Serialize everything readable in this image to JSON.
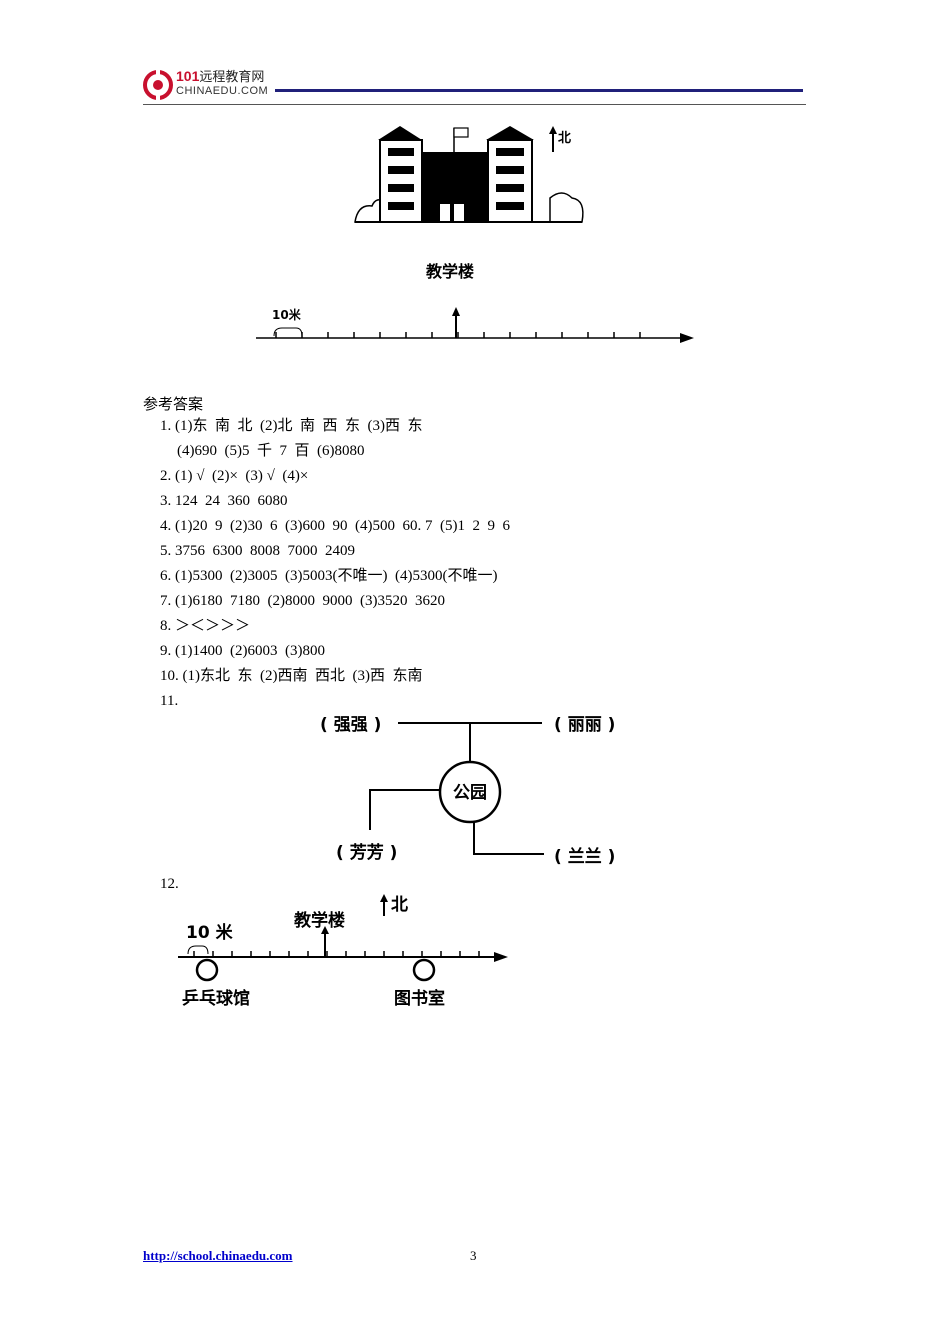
{
  "header": {
    "logo_cn_num": "101",
    "logo_cn_text": "远程教育网",
    "logo_en": "CHINAEDU.COM"
  },
  "figure1": {
    "north_label": "北",
    "caption": "教学楼",
    "scale_label": "10米"
  },
  "answers": {
    "title": "参考答案",
    "lines": [
      "1. (1)东  南  北  (2)北  南  西  东  (3)西  东",
      "(4)690  (5)5  千  7  百  (6)8080",
      "2. (1) √  (2)×  (3) √  (4)×",
      "3. 124  24  360  6080",
      "4. (1)20  9  (2)30  6  (3)600  90  (4)500  60. 7  (5)1  2  9  6",
      "5. 3756  6300  8008  7000  2409",
      "6. (1)5300  (2)3005  (3)5003(不唯一)  (4)5300(不唯一)",
      "7. (1)6180  7180  (2)8000  9000  (3)3520  3620",
      "8. ＞＜＞＞＞",
      "9. (1)1400  (2)6003  (3)800",
      "10. (1)东北  东  (2)西南  西北  (3)西  东南",
      "11."
    ],
    "q12_label": "12."
  },
  "figure11": {
    "top_left": "( 强强 )",
    "top_right": "( 丽丽 )",
    "center": "公园",
    "bottom_left": "( 芳芳 )",
    "bottom_right": "( 兰兰 )"
  },
  "figure12": {
    "scale_label": "10 米",
    "building": "教学楼",
    "north_label": "北",
    "left_place": "乒乓球馆",
    "right_place": "图书室"
  },
  "footer": {
    "url": "http://school.chinaedu.com",
    "page": "3"
  },
  "colors": {
    "logo_red": "#c8102e",
    "header_rule": "#20207a",
    "link": "#0000cc"
  }
}
